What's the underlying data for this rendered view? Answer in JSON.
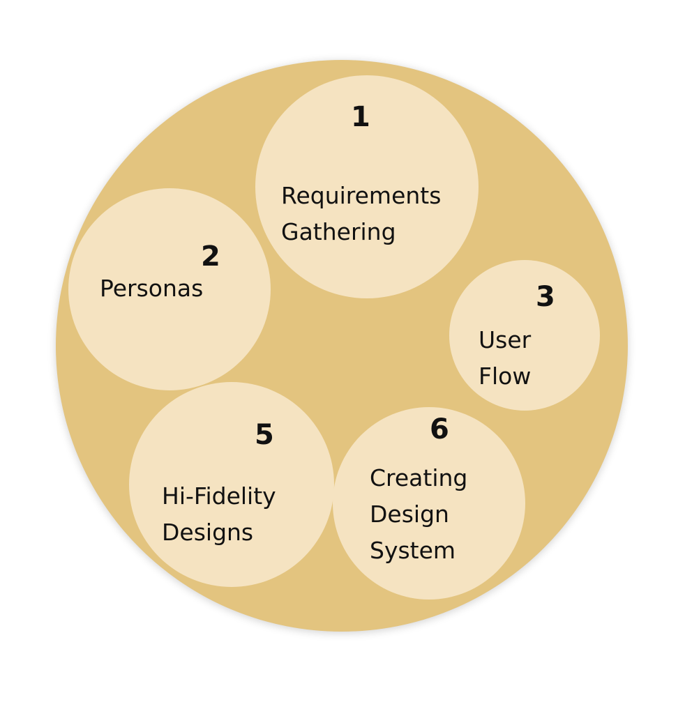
{
  "colors": {
    "outer": "#e3c47f",
    "inner": "#f5e3c1",
    "text": "#111111"
  },
  "steps": [
    {
      "number": "1",
      "label_line1": "Requirements",
      "label_line2": "Gathering"
    },
    {
      "number": "2",
      "label_line1": "Personas"
    },
    {
      "number": "3",
      "label_line1": "User",
      "label_line2": "Flow"
    },
    {
      "number": "5",
      "label_line1": "Hi-Fidelity",
      "label_line2": "Designs"
    },
    {
      "number": "6",
      "label_line1": "Creating",
      "label_line2": "Design",
      "label_line3": "System"
    }
  ]
}
